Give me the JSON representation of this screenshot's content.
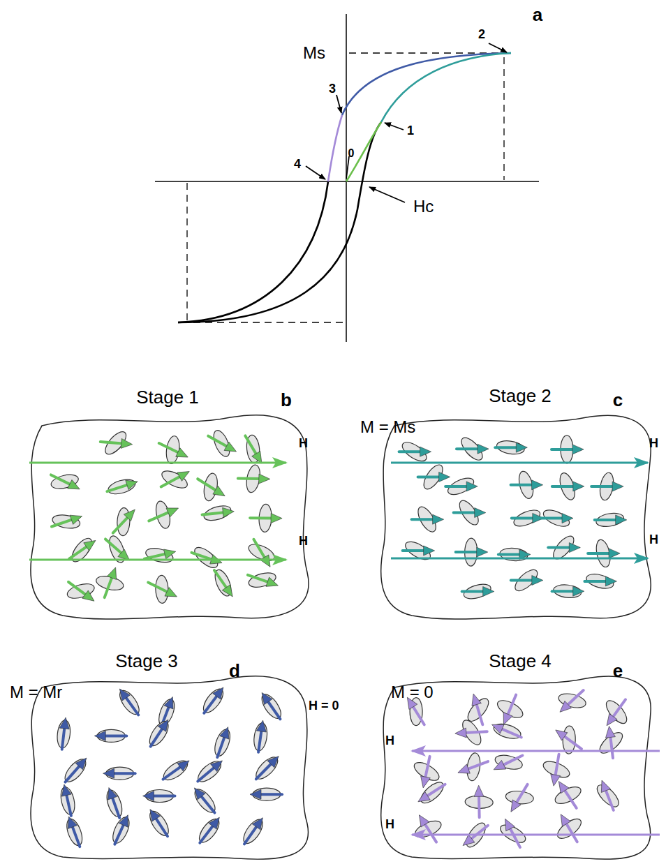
{
  "diagram": {
    "labels": [
      "a",
      "Ms",
      "2",
      "3",
      "1",
      "4",
      "0",
      "Hc",
      "Stage 1",
      "b",
      "H",
      "H",
      "Stage 2",
      "c",
      "M = Ms",
      "H",
      "H",
      "Stage 3",
      "d",
      "M = Mr",
      "H = 0",
      "Stage 4",
      "e",
      "M = 0",
      "H",
      "H"
    ]
  }
}
